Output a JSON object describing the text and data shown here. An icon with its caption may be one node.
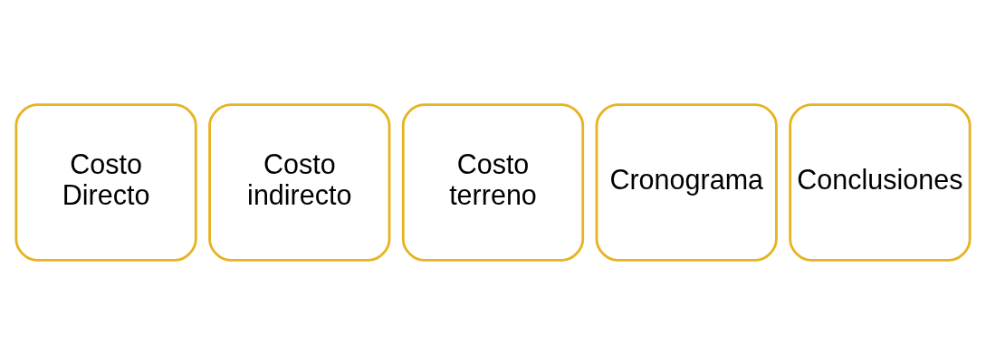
{
  "diagram": {
    "nodes": [
      {
        "text": [
          "Costo Directo"
        ]
      },
      {
        "text": [
          "Costo indirecto"
        ]
      },
      {
        "text": [
          "Costo terreno"
        ]
      },
      {
        "text": [
          "Cronograma"
        ]
      },
      {
        "text": [
          "Conclusiones"
        ]
      }
    ]
  }
}
